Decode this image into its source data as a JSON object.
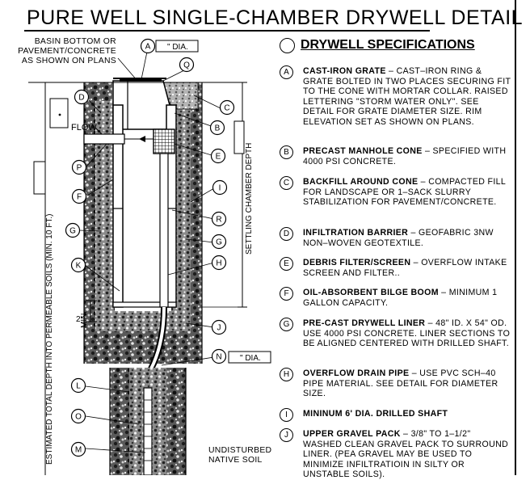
{
  "title": "PURE WELL SINGLE-CHAMBER DRYWELL DETAIL",
  "specs_heading": "DRYWELL SPECIFICATIONS",
  "callouts": {
    "basin_note": [
      "BASIN BOTTOM OR",
      "PAVEMENT/CONCRETE",
      "AS SHOWN ON PLANS"
    ],
    "dia_top": "\" DIA.",
    "dia_n": "\" DIA.",
    "flow": "FLOW",
    "settling_depth": "SETTLING CHAMBER DEPTH",
    "total_depth": "ESTIMATED TOTAL DEPTH INTO PERMEABLE SOILS (MIN. 10 FT.)",
    "min_2": "2'",
    "min_label": "MIN.",
    "undisturbed": [
      "UNDISTURBED",
      "NATIVE SOIL"
    ]
  },
  "letters": {
    "A": "A",
    "B": "B",
    "C": "C",
    "D": "D",
    "E": "E",
    "F": "F",
    "G": "G",
    "H": "H",
    "I": "I",
    "J": "J",
    "K": "K",
    "L": "L",
    "M": "M",
    "N": "N",
    "O": "O",
    "P": "P",
    "Q": "Q",
    "R": "R"
  },
  "specs": [
    {
      "letter": "A",
      "name": "CAST-IRON GRATE",
      "text": " – CAST–IRON RING & GRATE BOLTED IN TWO PLACES SECURING FIT TO THE CONE WITH MORTAR COLLAR. RAISED LETTERING \"STORM WATER ONLY\". SEE DETAIL FOR GRATE DIAMETER SIZE. RIM ELEVATION SET AS SHOWN ON PLANS."
    },
    {
      "letter": "B",
      "name": "PRECAST MANHOLE CONE",
      "text": " – SPECIFIED WITH 4000 PSI CONCRETE."
    },
    {
      "letter": "C",
      "name": "BACKFILL AROUND CONE",
      "text": " – COMPACTED FILL FOR LANDSCAPE OR 1–SACK SLURRY STABILIZATION FOR PAVEMENT/CONCRETE."
    },
    {
      "letter": "D",
      "name": "INFILTRATION BARRIER",
      "text": " – GEOFABRIC 3NW NON–WOVEN GEOTEXTILE."
    },
    {
      "letter": "E",
      "name": "DEBRIS FILTER/SCREEN",
      "text": " – OVERFLOW INTAKE SCREEN AND FILTER.."
    },
    {
      "letter": "F",
      "name": "OIL-ABSORBENT BILGE BOOM",
      "text": " – MINIMUM 1 GALLON CAPACITY."
    },
    {
      "letter": "G",
      "name": "PRE-CAST DRYWELL LINER",
      "text": " – 48\" ID. X 54\" OD. USE 4000 PSI CONCRETE. LINER SECTIONS TO BE ALIGNED CENTERED WITH DRILLED SHAFT."
    },
    {
      "letter": "H",
      "name": "OVERFLOW DRAIN PIPE",
      "text": " – USE PVC SCH–40 PIPE MATERIAL. SEE DETAIL FOR DIAMETER SIZE."
    },
    {
      "letter": "I",
      "name": "MININUM 6' DIA. DRILLED SHAFT",
      "text": ""
    },
    {
      "letter": "J",
      "name": "UPPER GRAVEL PACK",
      "text": " – 3/8\" TO 1–1/2\" WASHED CLEAN GRAVEL PACK TO SURROUND LINER. (PEA GRAVEL MAY BE USED TO MINIMIZE INFILTRATIOIN IN SILTY OR UNSTABLE SOILS)."
    }
  ]
}
